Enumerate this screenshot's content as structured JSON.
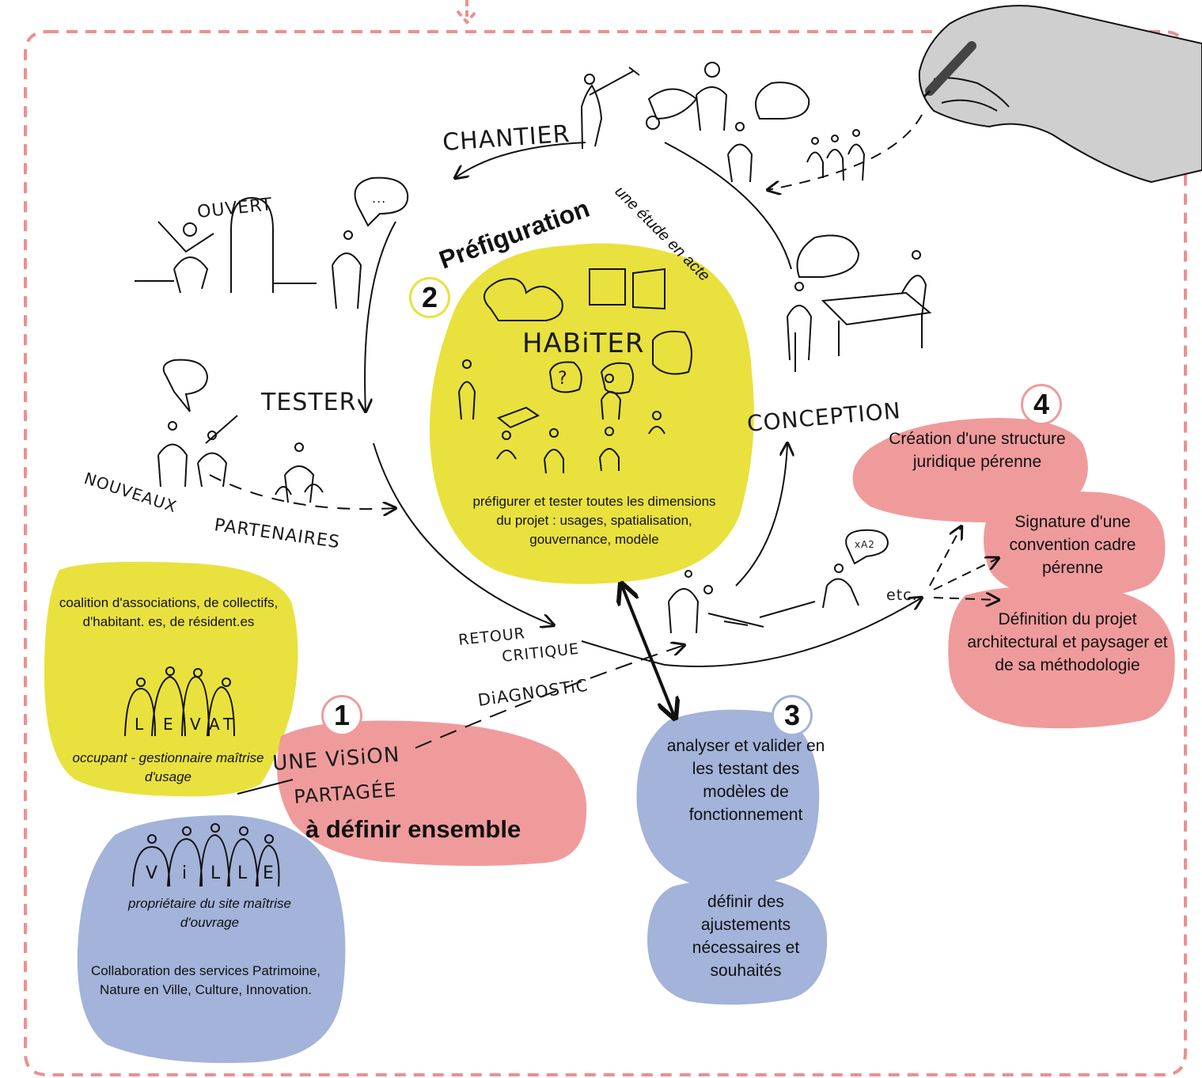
{
  "colors": {
    "yellow": "#e9e13e",
    "pink": "#ef9b9c",
    "blue": "#a3b3d9",
    "dashed_border": "#ee8f8f",
    "hand_fill": "#cfcfcf"
  },
  "cycle": {
    "chantier": "CHANTIER",
    "ouvert": "OUVERT",
    "tester": "TESTER",
    "conception": "CONCEPTION",
    "nouveaux": "NOUVEAUX",
    "partenaires": "PARTENAIRES",
    "retour": "RETOUR",
    "critique": "CRITIQUE",
    "diagnostic": "DiAGNOSTiC",
    "habiter": "HABiTER",
    "etc": "etc.",
    "speech_dots": "...",
    "speech_xa": "xA2",
    "question": "?"
  },
  "step1": {
    "number": "1",
    "vision_line1": "UNE ViSiON",
    "vision_line2": "PARTAGÉE",
    "subtitle": "à définir ensemble"
  },
  "step2": {
    "number": "2",
    "title": "Préfiguration",
    "subtitle": "une étude en acte",
    "description": "préfigurer et tester toutes les dimensions du projet : usages, spatialisation, gouvernance, modèle"
  },
  "step3": {
    "number": "3",
    "text1": "analyser et valider en les testant des modèles de fonctionnement",
    "text2": "définir des ajustements nécessaires et souhaités"
  },
  "step4": {
    "number": "4",
    "item1": "Création d'une structure juridique pérenne",
    "item2": "Signature d'une convention cadre pérenne",
    "item3": "Définition du projet architectural et paysager et de sa méthodologie"
  },
  "coalition": {
    "text": "coalition d'associations, de collectifs, d'habitant. es, de résident.es",
    "letters": [
      "L",
      "E",
      "V",
      "A",
      "T"
    ],
    "role": "occupant - gestionnaire maîtrise d'usage"
  },
  "ville": {
    "letters": [
      "V",
      "i",
      "L",
      "L",
      "E"
    ],
    "role": "propriétaire du site maîtrise d'ouvrage",
    "collaboration": "Collaboration des services Patrimoine, Nature en Ville, Culture, Innovation."
  }
}
